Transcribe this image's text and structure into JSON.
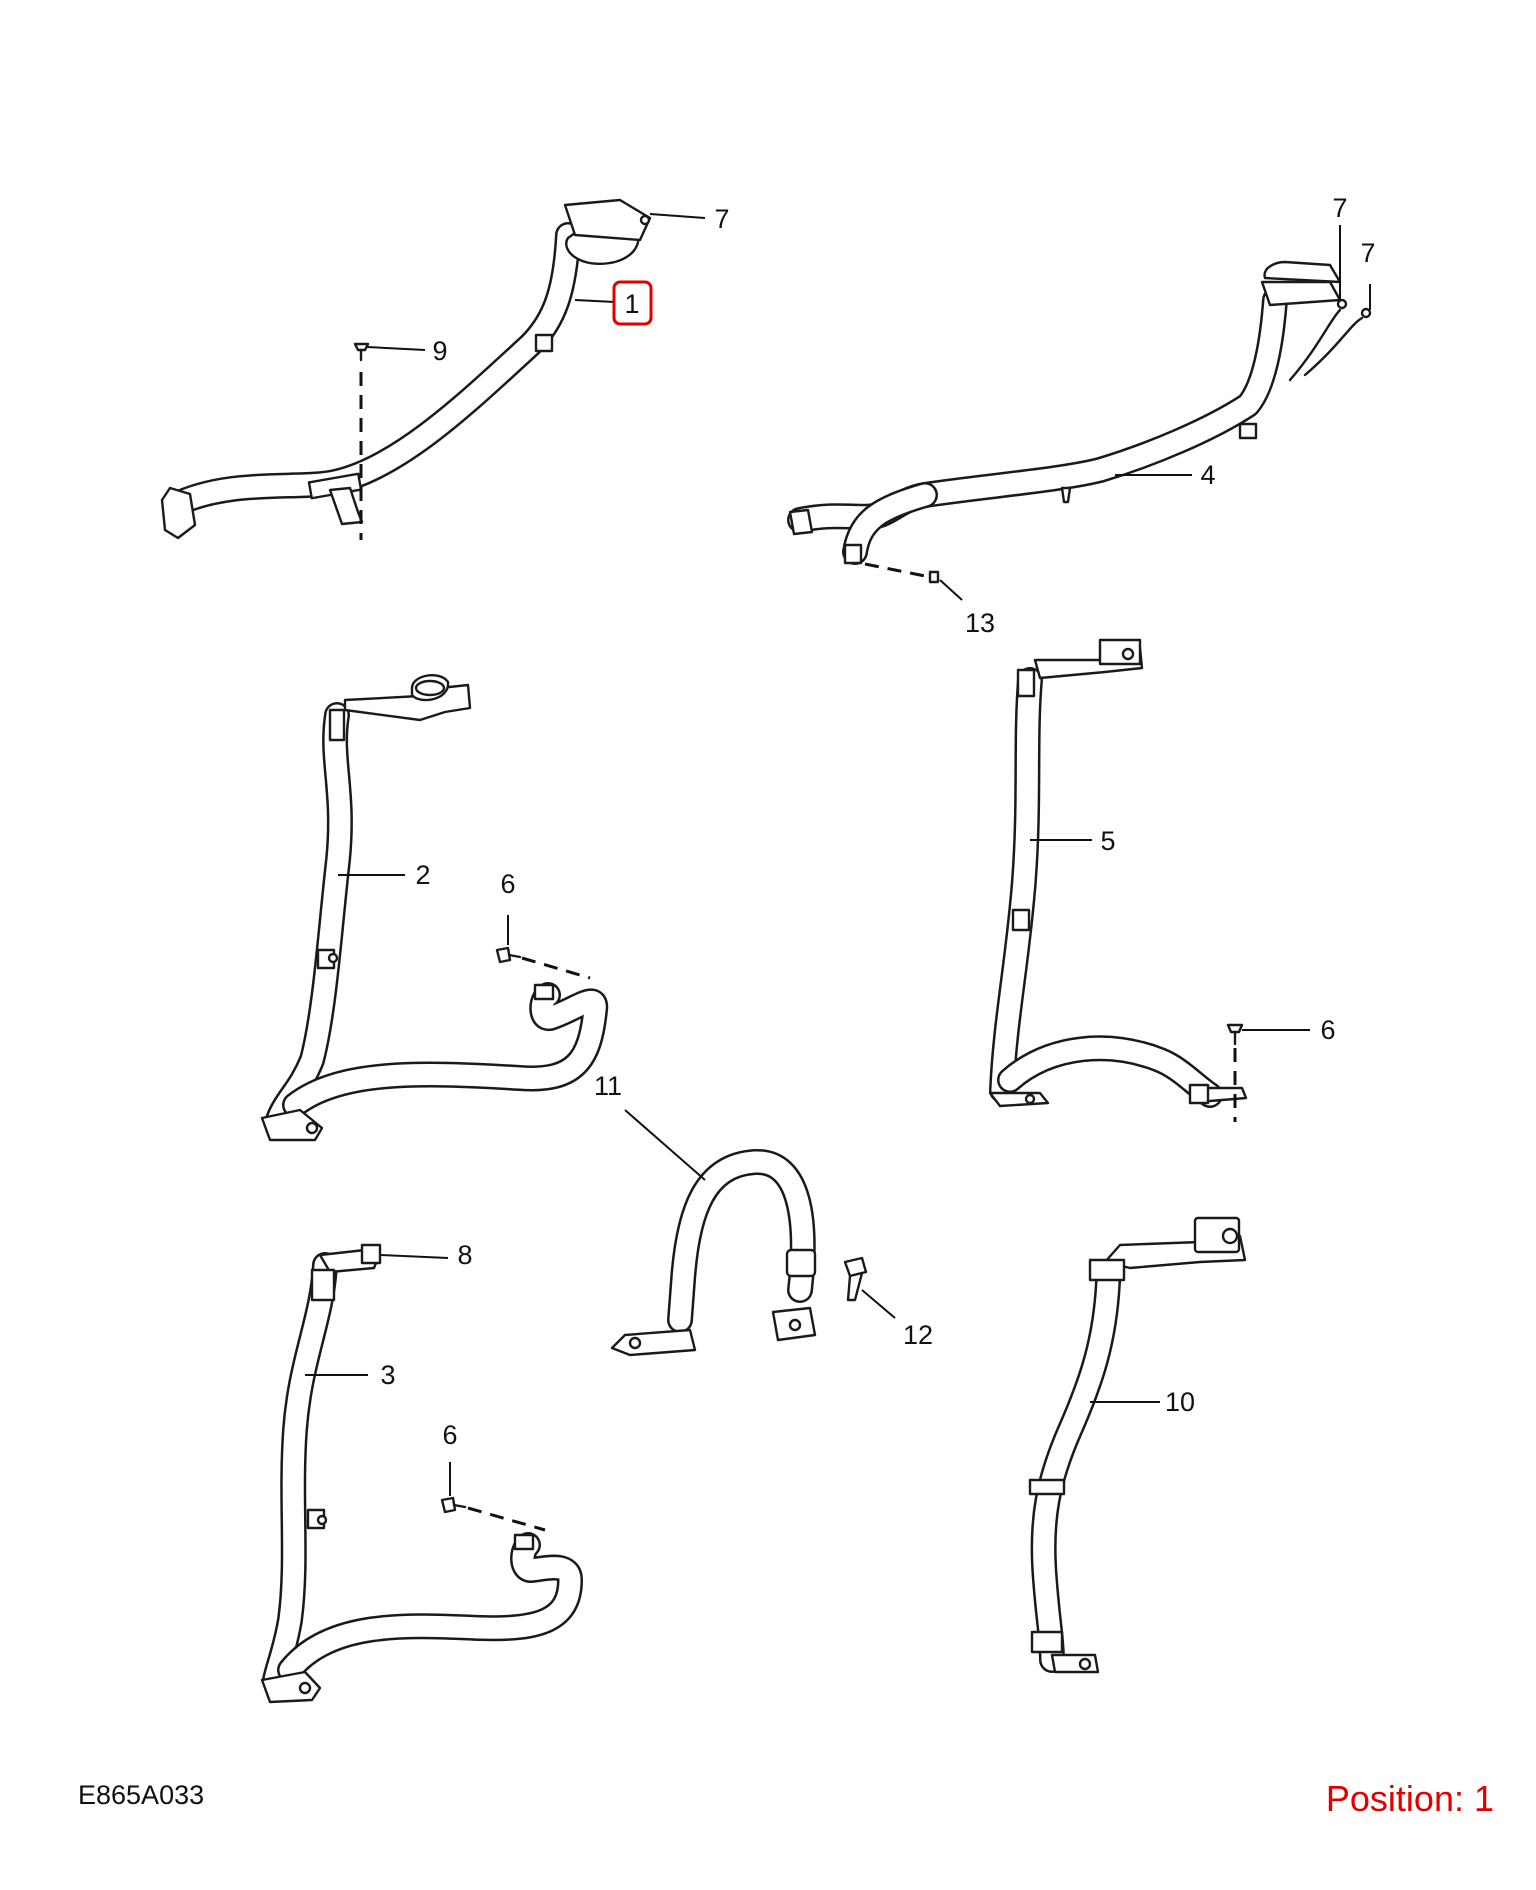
{
  "diagram": {
    "code": "E865A033",
    "position_label": "Position: 1",
    "highlight_color": "#e00000",
    "callouts": {
      "c1": "1",
      "c2": "2",
      "c3": "3",
      "c4": "4",
      "c5": "5",
      "c6a": "6",
      "c6b": "6",
      "c6c": "6",
      "c7a": "7",
      "c7b": "7",
      "c7c": "7",
      "c8": "8",
      "c9": "9",
      "c10": "10",
      "c11": "11",
      "c12": "12",
      "c13": "13"
    },
    "selected_callout": "1"
  }
}
